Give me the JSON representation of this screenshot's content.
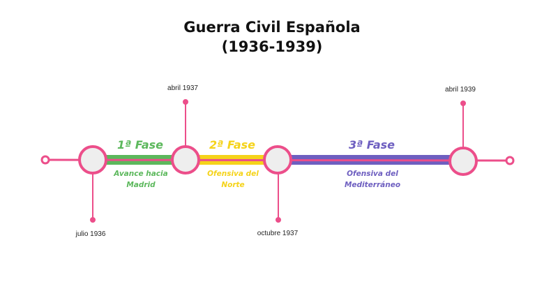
{
  "title": {
    "line1": "Guerra Civil Española",
    "line2": "(1936-1939)"
  },
  "colors": {
    "accent": "#EC4E8A",
    "phase1": "#5CB85C",
    "phase2": "#F5D31A",
    "phase3": "#6E5FC0",
    "node_fill": "#EEEEEE"
  },
  "dates": [
    "julio 1936",
    "abril 1937",
    "octubre 1937",
    "abril 1939"
  ],
  "phases": [
    {
      "label": "1ª Fase",
      "desc1": "Avance hacia",
      "desc2": "Madrid"
    },
    {
      "label": "2ª Fase",
      "desc1": "Ofensiva del",
      "desc2": "Norte"
    },
    {
      "label": "3ª Fase",
      "desc1": "Ofensiva del",
      "desc2": "Mediterráneo"
    }
  ]
}
